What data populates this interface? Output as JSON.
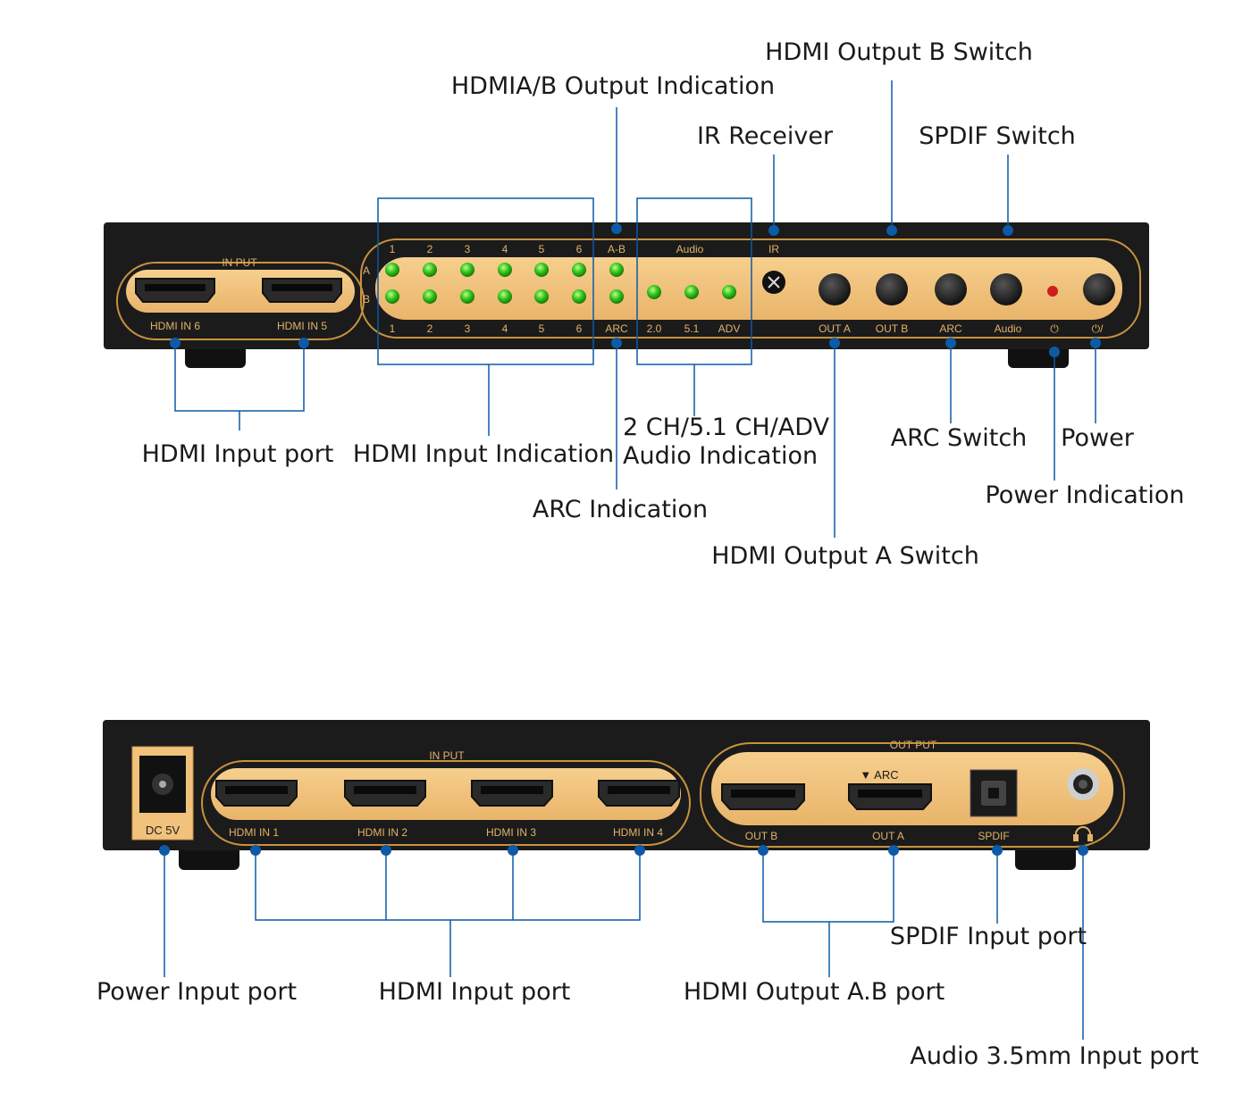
{
  "colors": {
    "panel": "#f1c27c",
    "panel_edge": "#c8923f",
    "chassis": "#1b1b1b",
    "led_green": "#33c21b",
    "led_red": "#cc1f1f",
    "callout_blue": "#0d5aa7"
  },
  "front": {
    "input_title": "IN PUT",
    "hdmi_labels": [
      "HDMI IN 6",
      "HDMI IN 5"
    ],
    "top_numbers": [
      "1",
      "2",
      "3",
      "4",
      "5",
      "6"
    ],
    "bottom_numbers": [
      "1",
      "2",
      "3",
      "4",
      "5",
      "6"
    ],
    "row_letters": [
      "A",
      "B"
    ],
    "ab_label": "A-B",
    "audio_label": "Audio",
    "ir_label": "IR",
    "arc_label": "ARC",
    "audio_formats": [
      "2.0",
      "5.1",
      "ADV"
    ],
    "button_labels": [
      "OUT A",
      "OUT B",
      "ARC",
      "Audio"
    ],
    "power_symbol": "⏻",
    "power_switch_symbol": "⏻/"
  },
  "rear": {
    "dc_label": "DC 5V",
    "input_title": "IN PUT",
    "output_title": "OUT PUT",
    "hdmi_in_labels": [
      "HDMI IN 1",
      "HDMI IN 2",
      "HDMI IN 3",
      "HDMI IN 4"
    ],
    "out_labels": [
      "OUT B",
      "OUT A",
      "SPDIF"
    ],
    "arc_mark": "▼ ARC",
    "headphone_icon": "headphone-icon"
  },
  "callouts": {
    "front": {
      "hdmi_output_b_switch": "HDMI Output B Switch",
      "hdmi_ab_output_indication": "HDMIA/B Output Indication",
      "ir_receiver": "IR Receiver",
      "spdif_switch": "SPDIF Switch",
      "hdmi_input_port": "HDMI Input port",
      "hdmi_input_indication": "HDMI Input Indication",
      "audio_indication_line1": "2 CH/5.1 CH/ADV",
      "audio_indication_line2": "Audio Indication",
      "arc_switch": "ARC Switch",
      "power": "Power",
      "arc_indication": "ARC Indication",
      "power_indication": "Power Indication",
      "hdmi_output_a_switch": "HDMI Output A Switch"
    },
    "rear": {
      "power_input_port": "Power Input port",
      "hdmi_input_port": "HDMI Input port",
      "hdmi_output_ab_port": "HDMI Output A.B port",
      "spdif_input_port": "SPDIF Input port",
      "audio_input_port": "Audio 3.5mm Input port"
    }
  }
}
